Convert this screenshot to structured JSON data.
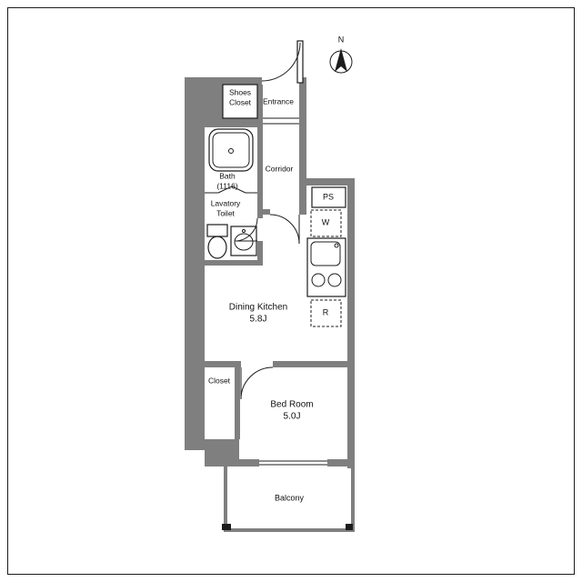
{
  "colors": {
    "wall": "#7f7f7f",
    "line": "#1c1c1c",
    "background": "#ffffff",
    "text": "#111111"
  },
  "compass": {
    "north": "N"
  },
  "labels": {
    "shoes_closet": {
      "line1": "Shoes",
      "line2": "Closet"
    },
    "entrance": "Entrance",
    "bath": {
      "line1": "Bath",
      "line2": "(1116)"
    },
    "corridor": "Corridor",
    "pipe_space": "PS",
    "washer": "W",
    "lavatory": {
      "line1": "Lavatory",
      "line2": "Toilet"
    },
    "dining_kitchen": {
      "line1": "Dining Kitchen",
      "line2": "5.8J"
    },
    "refrigerator": "R",
    "closet": "Closet",
    "bedroom": {
      "line1": "Bed Room",
      "line2": "5.0J"
    },
    "balcony": "Balcony"
  }
}
